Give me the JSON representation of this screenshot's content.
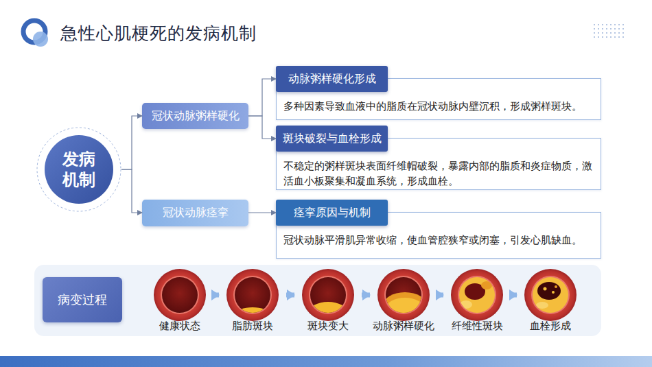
{
  "diagram": {
    "title": "急性心肌梗死的发病机制",
    "nodes": [
      {
        "text": [
          "发病 机制"
        ]
      },
      {
        "text": [
          "冠状动脉粥样硬化"
        ]
      },
      {
        "text": [
          "动脉粥样硬化形成",
          "多种因素导致血液中的脂质在冠状动脉内壁沉积，形成粥样斑块。"
        ]
      },
      {
        "text": [
          "斑块破裂与血栓形成",
          "不稳定的粥样斑块表面纤维帽破裂，暴露内部的脂质和炎症物质，激活血小板聚集和凝血系统，形成血栓。"
        ]
      },
      {
        "text": [
          "冠状动脉痉挛"
        ]
      },
      {
        "text": [
          "痉挛原因与机制",
          "冠状动脉平滑肌异常收缩，使血管腔狭窄或闭塞，引发心肌缺血。"
        ]
      },
      {
        "text": [
          "病变过程"
        ]
      },
      {
        "text": [
          "健康状态"
        ]
      },
      {
        "text": [
          "脂肪斑块"
        ]
      },
      {
        "text": [
          "斑块变大"
        ]
      },
      {
        "text": [
          "动脉粥样硬化"
        ]
      },
      {
        "text": [
          "纤维性斑块"
        ]
      },
      {
        "text": [
          "血栓形成"
        ]
      }
    ],
    "edges": [
      {
        "from": 0,
        "to": 1,
        "arrow": "to"
      },
      {
        "from": 0,
        "to": 4,
        "arrow": "to"
      },
      {
        "from": 1,
        "to": 2,
        "arrow": "to"
      },
      {
        "from": 1,
        "to": 3,
        "arrow": "to"
      },
      {
        "from": 4,
        "to": 5,
        "arrow": "to"
      },
      {
        "from": 7,
        "to": 8,
        "arrow": "to"
      },
      {
        "from": 8,
        "to": 9,
        "arrow": "to"
      },
      {
        "from": 9,
        "to": 10,
        "arrow": "to"
      },
      {
        "from": 10,
        "to": 11,
        "arrow": "to"
      },
      {
        "from": 11,
        "to": 12,
        "arrow": "to"
      }
    ]
  }
}
